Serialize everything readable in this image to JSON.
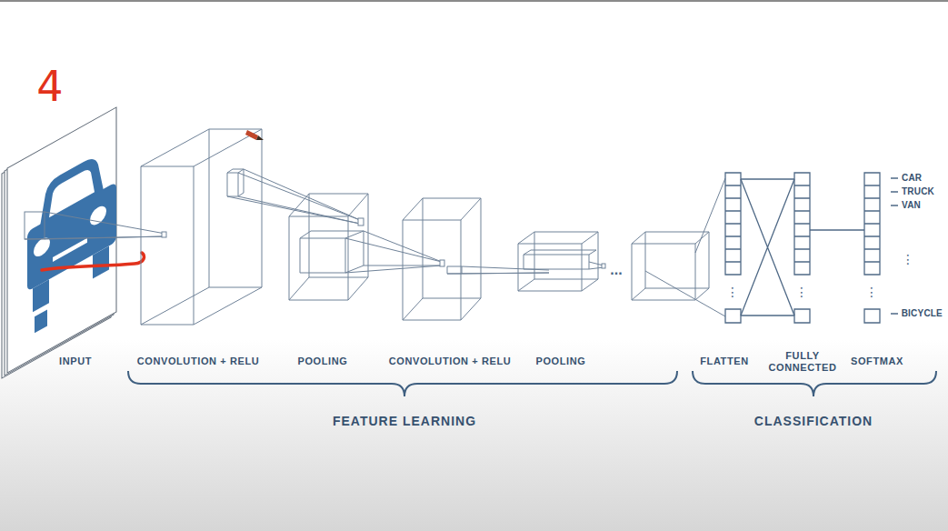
{
  "diagram": {
    "labels": [
      "4",
      "INPUT",
      "CONVOLUTION + RELU",
      "POOLING",
      "CONVOLUTION + RELU",
      "POOLING",
      "...",
      "FLATTEN",
      "FULLY CONNECTED",
      "SOFTMAX",
      "CAR",
      "TRUCK",
      "VAN",
      "⋮",
      "⋮",
      "⋮",
      "⋮",
      "BICYCLE",
      "FEATURE LEARNING",
      "CLASSIFICATION"
    ]
  }
}
